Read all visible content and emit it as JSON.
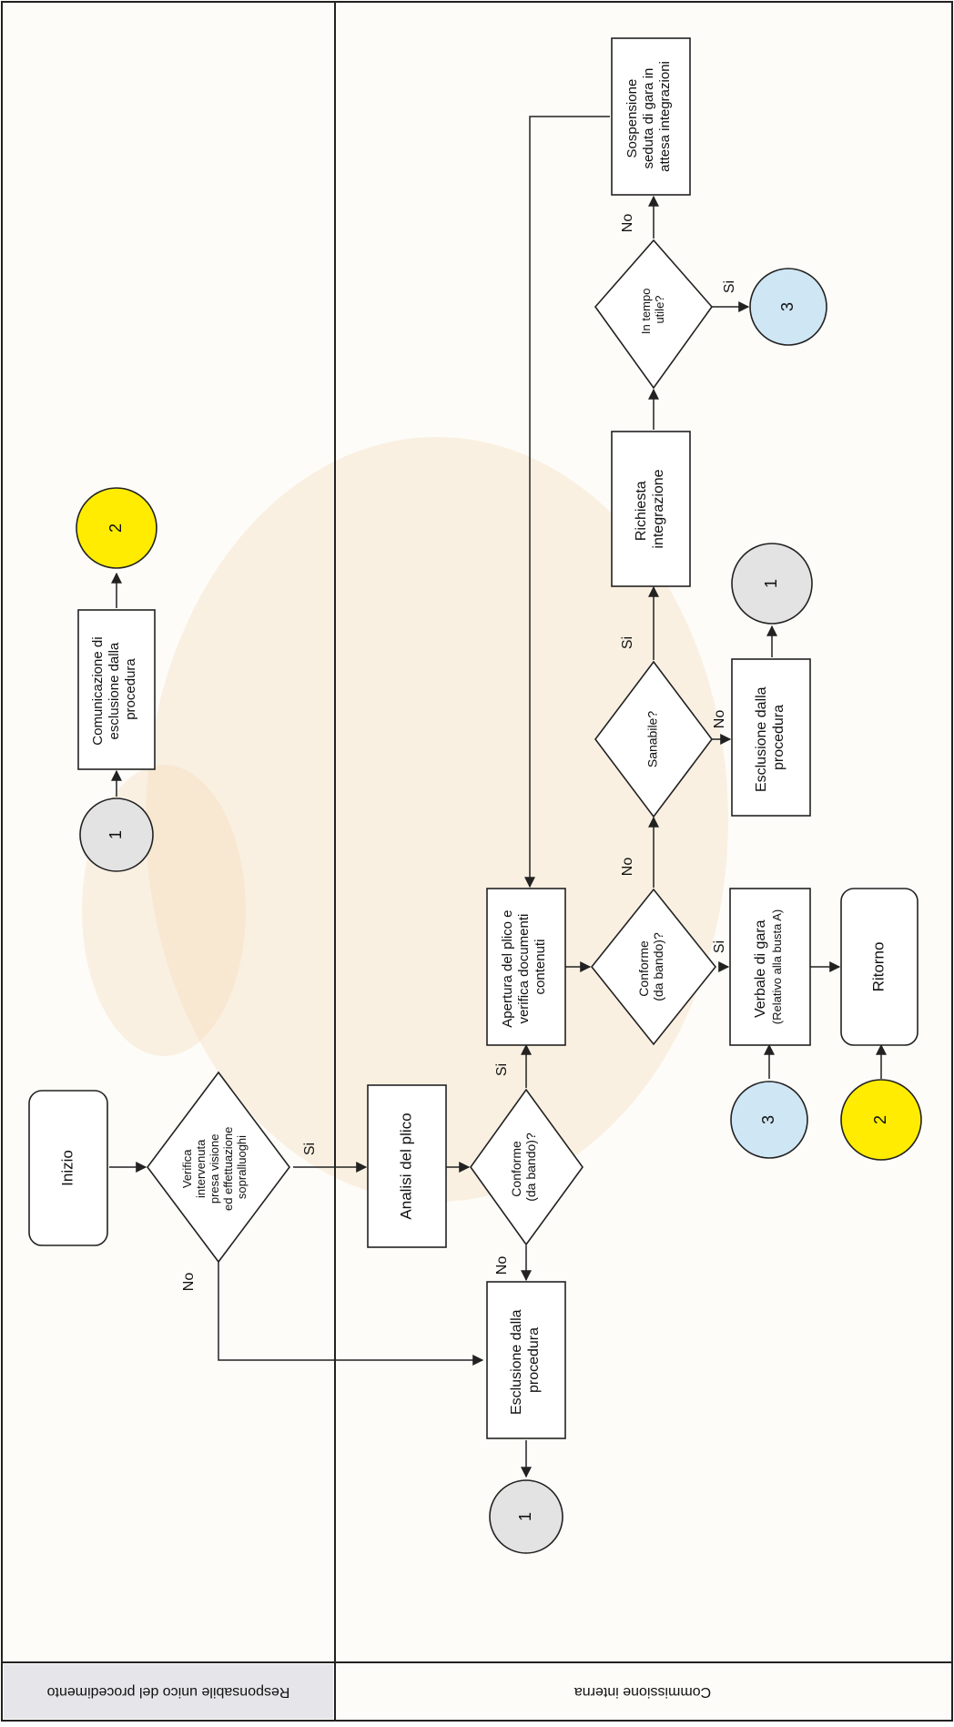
{
  "lanes": {
    "responsabile": "Responsabile unico del procedimento",
    "commissione": "Commissione interna"
  },
  "nodes": {
    "inizio": "Inizio",
    "verifica": [
      "Verifica",
      "intervenuta",
      "presa visione",
      "ed effettuazione",
      "sopralluoghi"
    ],
    "analisi": "Analisi del plico",
    "conforme1": [
      "Conforme",
      "(da bando)?"
    ],
    "esclusione1": [
      "Esclusione dalla",
      "procedura"
    ],
    "apertura": [
      "Apertura del plico e",
      "verifica documenti",
      "contenuti"
    ],
    "conforme2": [
      "Conforme",
      "(da bando)?"
    ],
    "sanabile": "Sanabile?",
    "richiesta": [
      "Richiesta",
      "integrazione"
    ],
    "tempo": [
      "In tempo",
      "utile?"
    ],
    "sospensione": [
      "Sospensione",
      "seduta di gara in",
      "attesa integrazioni"
    ],
    "esclusione2": [
      "Esclusione dalla",
      "procedura"
    ],
    "verbale": [
      "Verbale di gara",
      "(Relativo alla busta A)"
    ],
    "ritorno": "Ritorno",
    "comunicazione": [
      "Comunicazione di",
      "esclusione dalla",
      "procedura"
    ]
  },
  "connectors": {
    "c1_top": "1",
    "c2_top": "2",
    "c1_bottom": "1",
    "c1_mid": "1",
    "c3_right": "3",
    "c3_mid": "3",
    "c2_mid": "2"
  },
  "labels": {
    "si": "Si",
    "no": "No"
  },
  "colors": {
    "yellow": "#ffec00",
    "blue": "#cfe6f5",
    "gray": "#e3e3e3"
  }
}
